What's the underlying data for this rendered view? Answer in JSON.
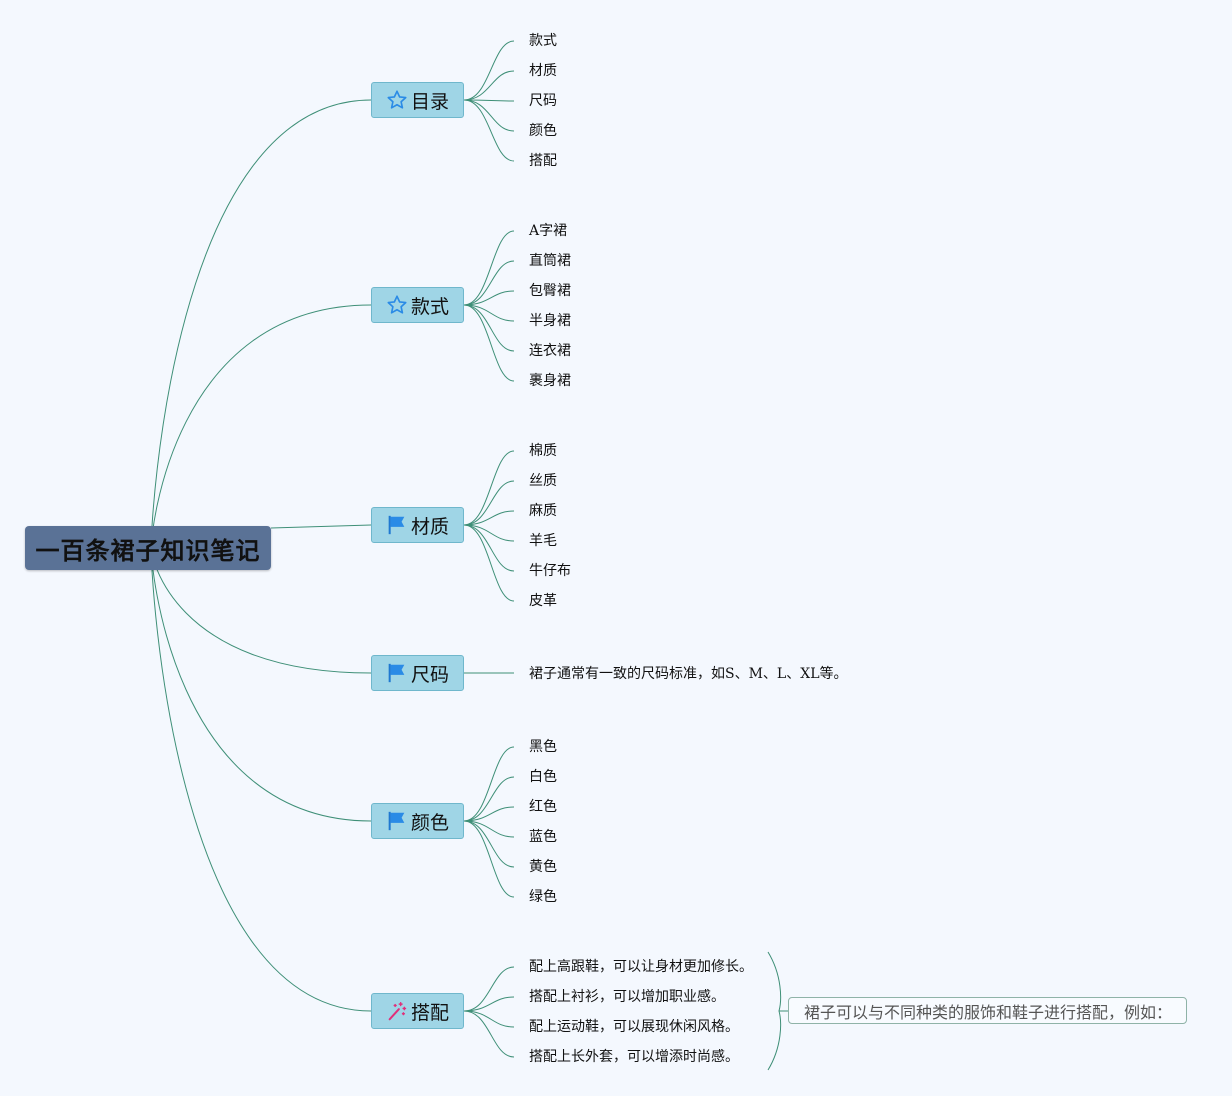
{
  "root": {
    "label": "一百条裙子知识笔记"
  },
  "colors": {
    "line": "#3e8f77",
    "root_bg": "#5a7296",
    "branch_bg": "#9fd5e6",
    "icon_blue": "#2a8be6",
    "icon_pink": "#e0307a"
  },
  "branches": [
    {
      "label": "目录",
      "icon": "star-icon",
      "children": [
        "款式",
        "材质",
        "尺码",
        "颜色",
        "搭配"
      ]
    },
    {
      "label": "款式",
      "icon": "star-icon",
      "children": [
        "A字裙",
        "直筒裙",
        "包臀裙",
        "半身裙",
        "连衣裙",
        "裹身裙"
      ]
    },
    {
      "label": "材质",
      "icon": "flag-icon",
      "children": [
        "棉质",
        "丝质",
        "麻质",
        "羊毛",
        "牛仔布",
        "皮革"
      ]
    },
    {
      "label": "尺码",
      "icon": "flag-icon",
      "children": [
        "裙子通常有一致的尺码标准，如S、M、L、XL等。"
      ]
    },
    {
      "label": "颜色",
      "icon": "flag-icon",
      "children": [
        "黑色",
        "白色",
        "红色",
        "蓝色",
        "黄色",
        "绿色"
      ]
    },
    {
      "label": "搭配",
      "icon": "magic-wand-icon",
      "children": [
        "配上高跟鞋，可以让身材更加修长。",
        "搭配上衬衫，可以增加职业感。",
        "配上运动鞋，可以展现休闲风格。",
        "搭配上长外套，可以增添时尚感。"
      ]
    }
  ],
  "summary": {
    "label": "裙子可以与不同种类的服饰和鞋子进行搭配，例如："
  }
}
